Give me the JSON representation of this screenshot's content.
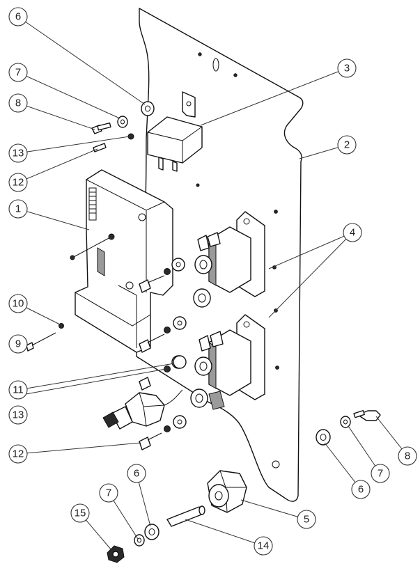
{
  "callouts": [
    {
      "id": "c6a",
      "label": "6"
    },
    {
      "id": "c7a",
      "label": "7"
    },
    {
      "id": "c8a",
      "label": "8"
    },
    {
      "id": "c13a",
      "label": "13"
    },
    {
      "id": "c12a",
      "label": "12"
    },
    {
      "id": "c1",
      "label": "1"
    },
    {
      "id": "c10",
      "label": "10"
    },
    {
      "id": "c9",
      "label": "9"
    },
    {
      "id": "c11",
      "label": "11"
    },
    {
      "id": "c13b",
      "label": "13"
    },
    {
      "id": "c12b",
      "label": "12"
    },
    {
      "id": "c15",
      "label": "15"
    },
    {
      "id": "c7b",
      "label": "7"
    },
    {
      "id": "c6b",
      "label": "6"
    },
    {
      "id": "c14",
      "label": "14"
    },
    {
      "id": "c5",
      "label": "5"
    },
    {
      "id": "c6c",
      "label": "6"
    },
    {
      "id": "c7c",
      "label": "7"
    },
    {
      "id": "c8b",
      "label": "8"
    },
    {
      "id": "c3",
      "label": "3"
    },
    {
      "id": "c2",
      "label": "2"
    },
    {
      "id": "c4",
      "label": "4"
    }
  ]
}
